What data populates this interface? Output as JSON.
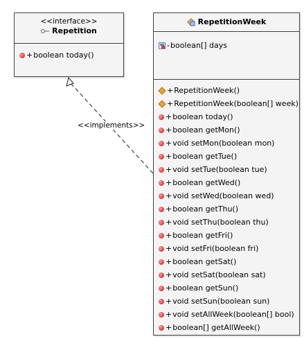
{
  "interface": {
    "stereotype": "<<interface>>",
    "name": "Repetition",
    "icon": "interface-icon",
    "methods": [
      {
        "vis": "+",
        "text": "boolean today()",
        "icon": "method-icon"
      }
    ]
  },
  "class": {
    "name": "RepetitionWeek",
    "icon": "class-icon",
    "attributes": [
      {
        "vis": "-",
        "text": "boolean[] days",
        "icon": "field-icon"
      }
    ],
    "constructors": [
      {
        "vis": "+",
        "text": "RepetitionWeek()",
        "icon": "constructor-icon"
      },
      {
        "vis": "+",
        "text": "RepetitionWeek(boolean[] week)",
        "icon": "constructor-icon"
      }
    ],
    "methods": [
      {
        "vis": "+",
        "text": "boolean today()"
      },
      {
        "vis": "+",
        "text": "boolean getMon()"
      },
      {
        "vis": "+",
        "text": "void setMon(boolean mon)"
      },
      {
        "vis": "+",
        "text": "boolean getTue()"
      },
      {
        "vis": "+",
        "text": "void setTue(boolean tue)"
      },
      {
        "vis": "+",
        "text": "boolean getWed()"
      },
      {
        "vis": "+",
        "text": "void setWed(boolean wed)"
      },
      {
        "vis": "+",
        "text": "boolean getThu()"
      },
      {
        "vis": "+",
        "text": "void setThu(boolean thu)"
      },
      {
        "vis": "+",
        "text": "boolean getFri()"
      },
      {
        "vis": "+",
        "text": "void setFri(boolean fri)"
      },
      {
        "vis": "+",
        "text": "boolean getSat()"
      },
      {
        "vis": "+",
        "text": "void setSat(boolean sat)"
      },
      {
        "vis": "+",
        "text": "boolean getSun()"
      },
      {
        "vis": "+",
        "text": "void setSun(boolean sun)"
      },
      {
        "vis": "+",
        "text": "void setAllWeek(boolean[] bool)"
      },
      {
        "vis": "+",
        "text": "boolean[] getAllWeek()"
      }
    ]
  },
  "relation": {
    "label": "<<implements>>",
    "type": "realization",
    "from": "RepetitionWeek",
    "to": "Repetition"
  },
  "colors": {
    "box_fill": "#f4f4f4",
    "border": "#404040",
    "method_dot": "#d93a3a",
    "constructor_diamond": "#e8a23a"
  }
}
